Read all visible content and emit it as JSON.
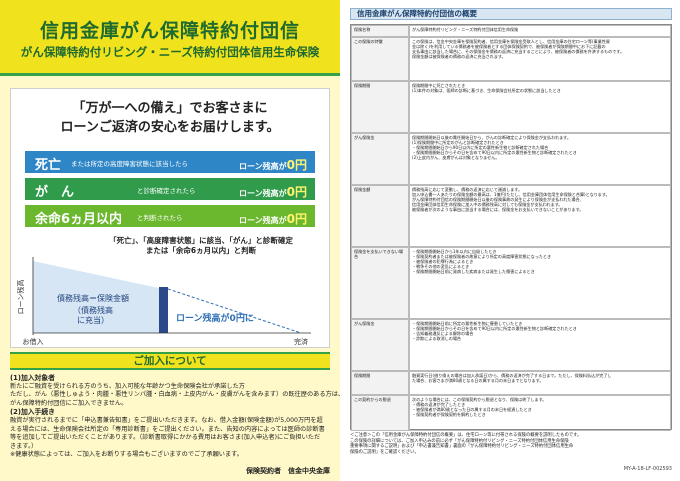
{
  "left": {
    "title": "信用金庫がん保障特約付団信",
    "subtitle": "がん保障特約付リビング・ニーズ特約付団体信用生命保険",
    "lead_1": "「万が一への備え」でお客さまに",
    "lead_2": "ローンご返済の安心をお届けします。",
    "bands": [
      {
        "big": "死亡",
        "note": "または所定の高度障害状態に該当したら",
        "pay_prefix": "ローン残高が",
        "pay_value": "0円"
      },
      {
        "big": "が　ん",
        "note": "と診断確定されたら",
        "pay_prefix": "ローン残高が",
        "pay_value": "0円"
      },
      {
        "big": "余命6ヵ月以内",
        "note": "と判断されたら",
        "pay_prefix": "ローン残高が",
        "pay_value": "0円"
      }
    ],
    "trigger_1": "「死亡」、「高度障害状態」に該当、「がん」と診断確定",
    "trigger_2": "または「余命6ヵ月以内」と判断",
    "chart": {
      "y_axis_label": "ローン残高",
      "x_start": "お借入",
      "x_end": "完済",
      "inside_1": "債務残高＝保険金額",
      "inside_2": "（債務残高",
      "inside_3": "に充当）",
      "zero_label": "ローン残高が0円に",
      "colors": {
        "fill": "#d6e6f5",
        "bar": "#2c4a8a",
        "line": "#2f6fb5"
      }
    },
    "apply_heading": "ご加入について",
    "apply_lines": [
      {
        "text": "(1)加入対象者",
        "heading": true
      },
      {
        "text": "新たにご融資を受けられる方のうち、加入可能な年齢かつ生命保険会社が承諾した方",
        "heading": false
      },
      {
        "text": "ただし、がん（悪性しゅよう・肉腫・悪性リンパ腫・白血病・上皮内がん・皮膚がんを含みます）の既往歴のある方は、",
        "heading": false
      },
      {
        "text": "がん保障特約付団信にご加入できません。",
        "heading": false
      },
      {
        "text": "(2)加入手続き",
        "heading": true
      },
      {
        "text": "融資が実行されるまでに「申込書兼告知書」をご提出いただきます。なお、借入金額(保険金額)が5,000万円を超",
        "heading": false
      },
      {
        "text": "える場合には、生命保険会社所定の「専用診断書」をご提出ください。また、告知の内容によっては医師の診断書",
        "heading": false
      },
      {
        "text": "等を追加してご提出いただくことがあります。（診断書取得にかかる費用はお客さま(加入申込者)にご負担いただ",
        "heading": false
      },
      {
        "text": "きます。）",
        "heading": false
      },
      {
        "text": "※健康状態によっては、ご加入をお断りする場合もございますのでご了承願います。",
        "heading": false
      }
    ],
    "issuer": "保険契約者　信金中央金庫"
  },
  "right": {
    "title": "信用金庫がん保障特約付団信の概要",
    "rows": [
      {
        "label": "保険名称",
        "lines": [
          "がん保障特約付リビング・ニーズ特約付団体信用生命保険"
        ]
      },
      {
        "label": "この保険の特徴",
        "lines": [
          "この保険は、信金中央金庫を保険契約者、信用金庫を保険金受取人とし、信用金庫の住宅ローン等(事業性資",
          "金は除く)を利用している債務者を被保険者とする団体保険契約で、被保険者が保険期間中にお下に記載の",
          "支払事由に該当した場合に、その保険金を債務の返済に充当することにより、被保険者の債務を弁済するものです。",
          "保険金額は被保険者の債務の返済に充当されます。"
        ]
      },
      {
        "label": "保険期間",
        "lines": [
          "保険期間中に死亡されたとき",
          "(1)本件の対象は、医師の診断に基づき、生命保険会社所定の状態に該当したとき"
        ]
      },
      {
        "label": "がん保険金",
        "lines": [
          "保険期間開始日以後の責任開始日から、がんの診断確定により保険金が支払われます。",
          "(1)保険期間中に所定のがんと診断確定されたとき",
          "・保険期間開始日から90日以内に所定の悪性新生物と診断確定された場合",
          "・保険期間開始日からその日を含めて90日以内に所定の悪性新生物と診断確定されたとき",
          "(2)上皮内がん、皮膚がんは対象となりません。"
        ]
      },
      {
        "label": "保険金額",
        "lines": [
          "債務残高に応じて変動し、債務の返済に応じて逓減します。",
          "加入申込書一人あたりの保険金額の最高は、1億円(ただし、信用金庫団体信用生命保険と合算)となります。",
          "がん保障特約付団信の保険期間開始日以後の保険事故の発生により保険金が支払われた場合、",
          "信用金庫団体信用生命保険に加入中の債務残高に対しても保険金が支払われます。",
          "被保険者が次のような事由に該当する場合には、保険金をお支払いできないことがあります。"
        ]
      },
      {
        "label": "保険金を支払いできない場合",
        "lines": [
          "・保険期間開始日から1年以内に自殺したとき",
          "・保険契約者または被保険者の故意により所定の高度障害状態になったとき",
          "・被保険者の犯罪行為によるとき",
          "・戦争その他の変乱によるとき",
          "・保険期間開始日前に発病した疾病または発生した傷害によるとき"
        ]
      },
      {
        "label": "がん保険金",
        "lines": [
          "・保険期間開始日前に所定の悪性新生物に罹患していたとき",
          "・保険期間開始日からその日を含めて90日以内に所定の悪性新生物と診断確定されたとき",
          "・告知義務違反による解除の場合",
          "・詐欺による取消しの場合"
        ]
      },
      {
        "label": "保険期間",
        "lines": [
          "融資実行日(借り換えの場合は加入承諾日)から、債務の返済が完了する日まで。ただし、保険料払込が完了し",
          "た場合、お客さまが満80歳となる日の属する月の末日までとなります。"
        ]
      },
      {
        "label": "この契約からの脱退",
        "lines": [
          "次のような場合には、この保険契約から脱退となり、保険は終了します。",
          "・債務の返済が完了したとき",
          "・被保険者が満80歳となった日の属する月の末日を経過したとき",
          "・保険契約者が保険契約を解約したとき"
        ]
      }
    ],
    "footnote_lines": [
      "＜ご注意＞この「信用金庫がん保障特約付団信の概要」は、住宅ローン等に付帯される保険の概要を説明したものです。",
      "この保険の詳細については、ご加入申込みの前に必ず「がん保障特約付リビング・ニーズ特約付団体信用生命保険",
      "重要事項に関するご説明」および「申込書兼告知書」裏面の「がん保障特約付リビング・ニーズ特約付団体信用生命",
      "保険のご説明」をご確認ください。"
    ],
    "code": "MY-A-18-LF-002593"
  }
}
